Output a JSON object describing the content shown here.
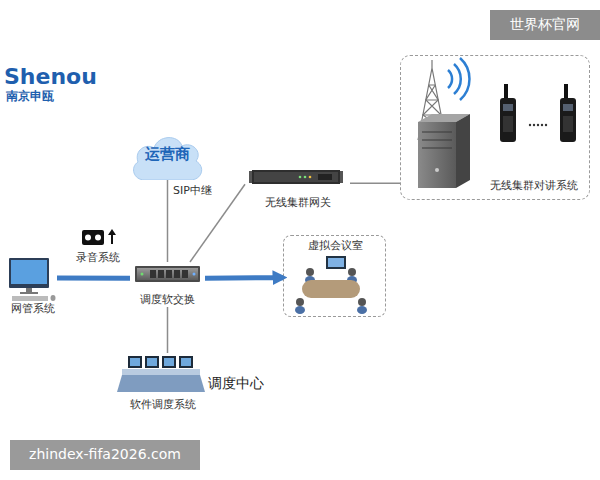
{
  "diagram": {
    "nodes": [
      {
        "text": [
          "运营商"
        ]
      },
      {
        "text": [
          "无线集群网关"
        ]
      },
      {
        "text": [
          "无线集群对讲系统"
        ]
      },
      {
        "text": [
          "录音系统"
        ]
      },
      {
        "text": [
          "网管系统"
        ]
      },
      {
        "text": [
          "调度软交换"
        ]
      },
      {
        "text": [
          "虚拟会议室"
        ]
      },
      {
        "text": [
          "软件调度系统",
          "调度中心"
        ]
      }
    ],
    "edges": [
      {
        "from": 0,
        "to": 5,
        "label": "SIP中继",
        "arrow": "none"
      },
      {
        "from": 5,
        "to": 1,
        "arrow": "none"
      },
      {
        "from": 1,
        "to": 2,
        "arrow": "none"
      },
      {
        "from": 4,
        "to": 5,
        "arrow": "none"
      },
      {
        "from": 5,
        "to": 6,
        "arrow": "to"
      },
      {
        "from": 5,
        "to": 7,
        "arrow": "none"
      }
    ],
    "labels": [
      "世界杯官网",
      "Shenou",
      "南京申瓯",
      "zhindex-fifa2026.com"
    ]
  }
}
